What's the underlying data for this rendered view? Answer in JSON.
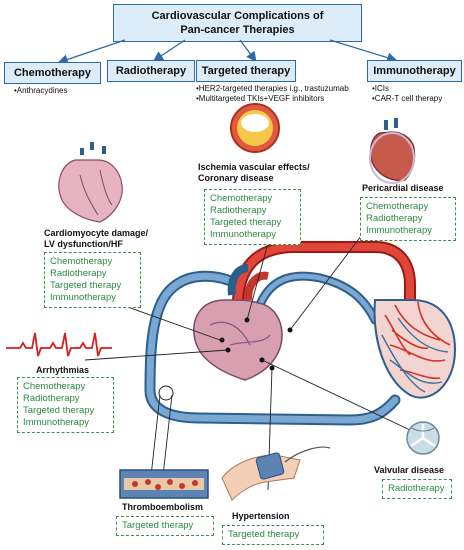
{
  "title": {
    "line1": "Cardiovascular Complications of",
    "line2": "Pan-cancer Therapies"
  },
  "therapies": {
    "chemo": {
      "label": "Chemotherapy",
      "notes": [
        "•Anthracydines"
      ]
    },
    "radio": {
      "label": "Radiotherapy"
    },
    "targeted": {
      "label": "Targeted therapy",
      "notes": [
        "•HER2-targeted therapies i.g., trastuzumab",
        "•Multitargeted TKIs+VEGF  inhibitors"
      ]
    },
    "immuno": {
      "label": "Immunotherapy",
      "notes": [
        "•ICIs",
        "•CAR-T cell therapy"
      ]
    }
  },
  "complications": {
    "ischemia": {
      "title1": "Ischemia vascular effects/",
      "title2": "Coronary disease",
      "items": [
        "Chemotherapy",
        "Radiotherapy",
        "Targeted therapy",
        "Immunotherapy"
      ]
    },
    "pericardial": {
      "title1": "Pericardial disease",
      "items": [
        "Chemotherapy",
        "Radiotherapy",
        "Immunotherapy"
      ]
    },
    "cardiomyocyte": {
      "title1": "Cardiomyocyte damage/",
      "title2": "LV dysfunction/HF",
      "items": [
        "Chemotherapy",
        "Radiotherapy",
        "Targeted therapy",
        "Immunotherapy"
      ]
    },
    "arrhythmias": {
      "title1": "Arrhythmias",
      "items": [
        "Chemotherapy",
        "Radiotherapy",
        "Targeted therapy",
        "Immunotherapy"
      ]
    },
    "valvular": {
      "title1": "Valvular disease",
      "items": [
        "Radiotherapy"
      ]
    },
    "hypertension": {
      "title1": "Hypertension",
      "items": [
        "Targeted therapy"
      ]
    },
    "thrombo": {
      "title1": "Thromboembolism",
      "items": [
        "Targeted therapy"
      ]
    }
  },
  "colors": {
    "header_fill": "#dcedf9",
    "header_border": "#2f6aa8",
    "box_text": "#2d8a43",
    "box_border": "#3d8f4e",
    "artery": "#e0473a",
    "vein": "#6f9ec7",
    "ecg": "#d81e1e"
  },
  "icons": [
    "heart-icon",
    "artery-cross-section-icon",
    "pericardium-heart-icon",
    "ecg-wave-icon",
    "valve-icon",
    "blood-pressure-cuff-icon",
    "thrombus-vessel-icon",
    "capillary-network-icon"
  ]
}
